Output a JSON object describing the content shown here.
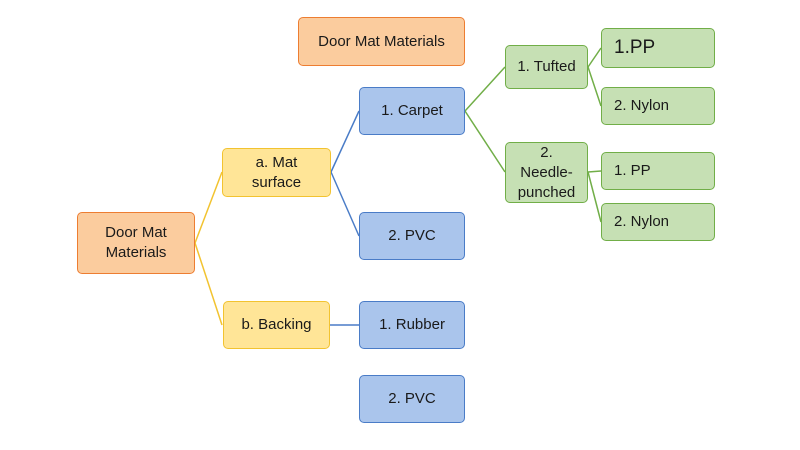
{
  "diagram": {
    "title": "Door Mat Materials",
    "root": {
      "label": "Door Mat\nMaterials"
    },
    "mat_surface": {
      "label": "a. Mat surface",
      "carpet": {
        "label": "1. Carpet",
        "tufted": {
          "label": "1. Tufted",
          "pp": "1.PP",
          "nylon": "2. Nylon"
        },
        "needle_punched": {
          "label": "2. Needle-\npunched",
          "pp": "1. PP",
          "nylon": "2. Nylon"
        }
      },
      "pvc": "2. PVC"
    },
    "backing": {
      "label": "b. Backing",
      "rubber": "1. Rubber",
      "pvc": "2. PVC"
    }
  },
  "colors": {
    "orange_connector": "#ed7d31",
    "yellow_connector": "#f2c330",
    "blue_connector": "#4a7cc7",
    "green_connector": "#71ae48"
  }
}
